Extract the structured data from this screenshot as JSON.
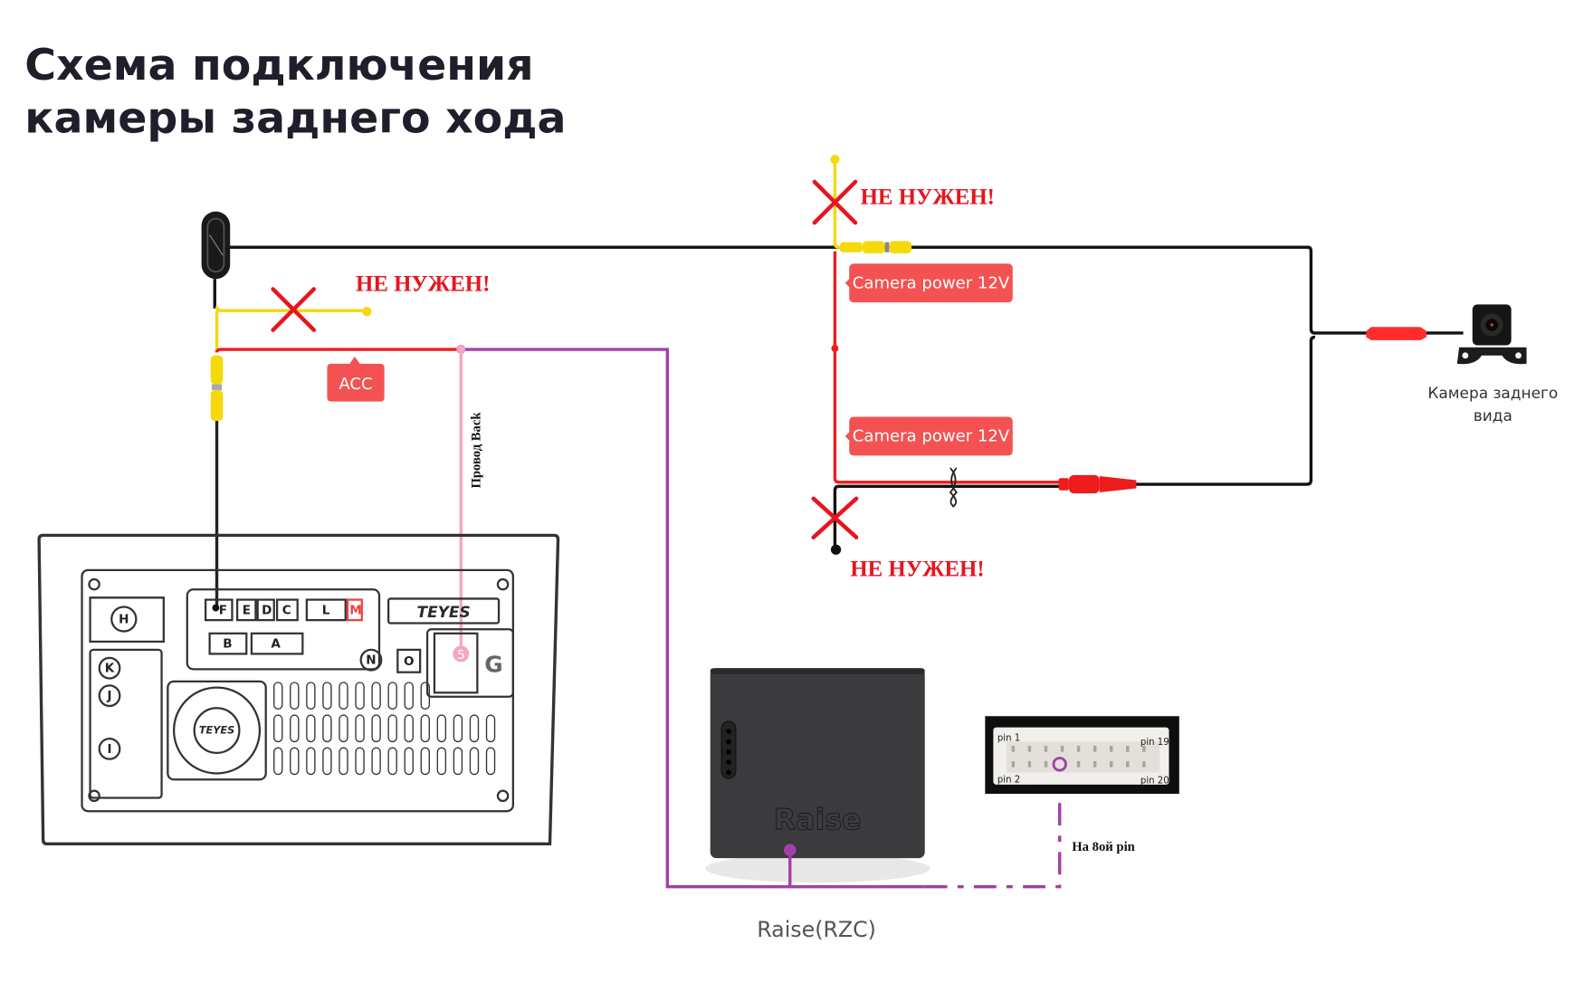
{
  "title": {
    "line1": "Схема подключения",
    "line2": "камеры заднего хода"
  },
  "warnings": {
    "yellow_left": "НЕ НУЖЕН!",
    "yellow_top": "НЕ НУЖЕН!",
    "black_bottom": "НЕ НУЖЕН!"
  },
  "tags": {
    "acc": "ACC",
    "camera_power_top": "Camera power 12V",
    "camera_power_bottom": "Camera power 12V"
  },
  "labels": {
    "back_wire": "Провод Back",
    "pin_note": "На 8ой pin",
    "camera": "Камера заднего",
    "camera_line2": "вида",
    "raise": "Raise(RZC)",
    "raise_emboss": "Raise"
  },
  "head_unit": {
    "brand": "TEYES",
    "ports": [
      "F",
      "E",
      "D",
      "C",
      "L",
      "M",
      "B",
      "A",
      "H",
      "K",
      "J",
      "I",
      "N",
      "O",
      "G"
    ],
    "back_pin": "5"
  },
  "connector": {
    "pin1": "pin 1",
    "pin2": "pin 2",
    "pin19": "pin 19",
    "pin20": "pin 20"
  },
  "colors": {
    "warning_red": "#e8141e",
    "tag_red": "#f45252",
    "wire_red": "#ee1c1c",
    "wire_yellow": "#f5d90a",
    "wire_black": "#111111",
    "wire_purple": "#a33fa8",
    "wire_pink": "#f4a7c2"
  }
}
